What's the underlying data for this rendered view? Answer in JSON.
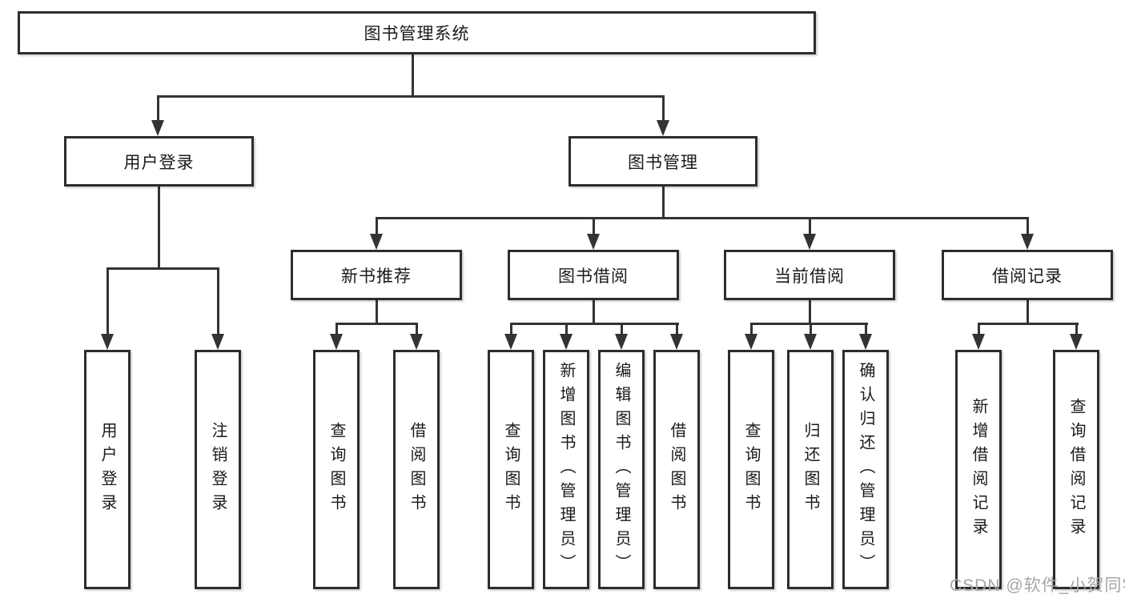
{
  "tree": {
    "root": {
      "label": "图书管理系统"
    },
    "branches": [
      {
        "label": "用户登录",
        "children": [
          {
            "label": "用户登录"
          },
          {
            "label": "注销登录"
          }
        ]
      },
      {
        "label": "图书管理",
        "children": [
          {
            "label": "新书推荐",
            "children": [
              {
                "label": "查询图书"
              },
              {
                "label": "借阅图书"
              }
            ]
          },
          {
            "label": "图书借阅",
            "children": [
              {
                "label": "查询图书"
              },
              {
                "label": "新增图书（管理员）"
              },
              {
                "label": "编辑图书（管理员）"
              },
              {
                "label": "借阅图书"
              }
            ]
          },
          {
            "label": "当前借阅",
            "children": [
              {
                "label": "查询图书"
              },
              {
                "label": "归还图书"
              },
              {
                "label": "确认归还（管理员）"
              }
            ]
          },
          {
            "label": "借阅记录",
            "children": [
              {
                "label": "新增借阅记录"
              },
              {
                "label": "查询借阅记录"
              }
            ]
          }
        ]
      }
    ]
  },
  "watermark": {
    "text": "CSDN @软件_小贺同学",
    "color": "#a9a3a5"
  },
  "colors": {
    "line": "#333333",
    "box_border": "#2d2d2d",
    "box_fill": "#ffffff",
    "text": "#1a1a1a",
    "background": "#ffffff"
  }
}
